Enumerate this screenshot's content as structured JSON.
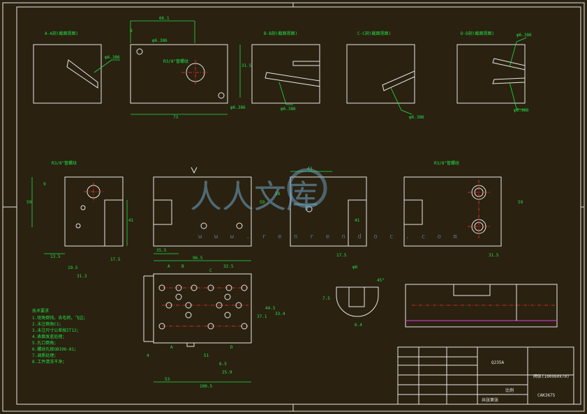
{
  "views": {
    "sections": [
      {
        "id": "A",
        "label": "A-A剖(截面视图)"
      },
      {
        "id": "B",
        "label": "B-B剖(截面视图)"
      },
      {
        "id": "C",
        "label": "C-C剖(截面视图)"
      },
      {
        "id": "D",
        "label": "D-D剖(截面视图)"
      }
    ]
  },
  "dimensions": {
    "top_width": "66.1",
    "top_bottom": "73",
    "hole_dia": "φ6.386",
    "hole_radius": "R3/8\"管螺纹",
    "top_height": "31.5",
    "side_9": "9",
    "dim_59": "59",
    "dim_41": "41",
    "dim_135": "13.5",
    "dim_195": "19.5",
    "dim_313": "31.3",
    "dim_175": "17.5",
    "dim_355": "35.5",
    "dim_965": "96.5",
    "dim_43": "43",
    "dim_53": "53",
    "dim_51": "51",
    "dim_65": "6.5",
    "dim_259": "25.9",
    "dim_325": "32.5",
    "dim_445": "44.5",
    "dim_371": "37.1",
    "dim_334": "33.4",
    "dim_4": "4",
    "dim_45deg": "45°",
    "dim_75": "7.5",
    "dim_64": "6.4",
    "dim_1005": "100.5"
  },
  "notes": {
    "title": "技术要求",
    "lines": [
      "1.锐角倒钝，去毛刺，飞边；",
      "2.未注倒角C1；",
      "3.未注尺寸公差按IT12；",
      "4.表面发蓝处理；",
      "5.孔口倒角；",
      "6.螺纹孔按GB196-81；",
      "7.调质处理；",
      "8.工件清洗干净；"
    ]
  },
  "title_block": {
    "material": "Q235A",
    "part_name": "阀体(100x60x70)",
    "drawing_no": "CAK3675",
    "scale_label": "比例",
    "sheet_label": "共张第张"
  },
  "watermark": {
    "text": "人人文库",
    "url": "w w w . r e n r e n d o c . c o m"
  },
  "colors": {
    "background": "#2a2110",
    "outline": "#e8e8e8",
    "dimension": "#22e04a",
    "centerline": "#ff3030",
    "hidden": "#e040e0",
    "watermark": "#6fa6c8"
  }
}
